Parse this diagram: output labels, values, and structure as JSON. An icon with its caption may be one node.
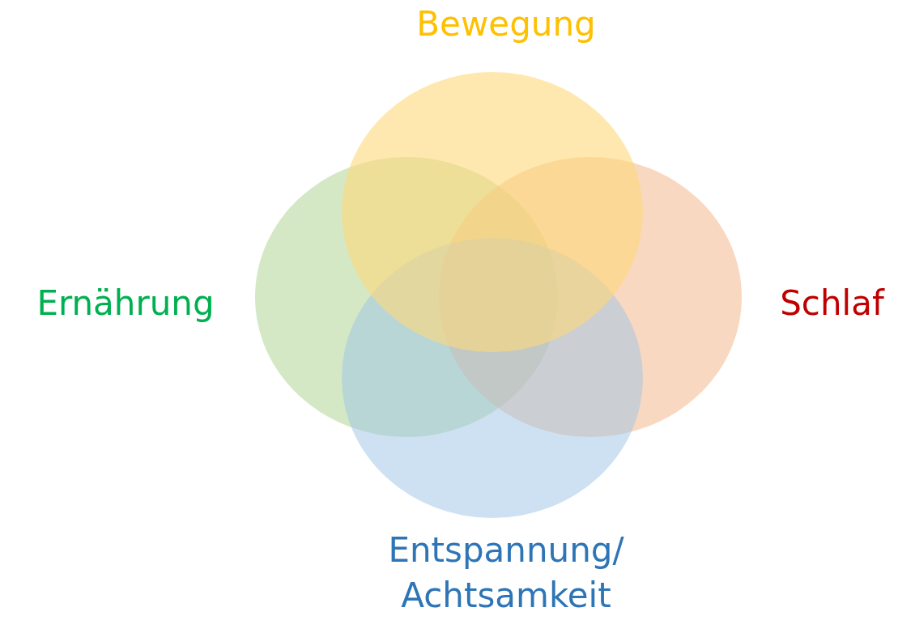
{
  "diagram": {
    "nodes": [
      {
        "text": [
          "Bewegung"
        ]
      },
      {
        "text": [
          "Ernährung"
        ]
      },
      {
        "text": [
          "Schlaf"
        ]
      },
      {
        "text": [
          "Entspannung/ Achtsamkeit"
        ]
      }
    ]
  }
}
